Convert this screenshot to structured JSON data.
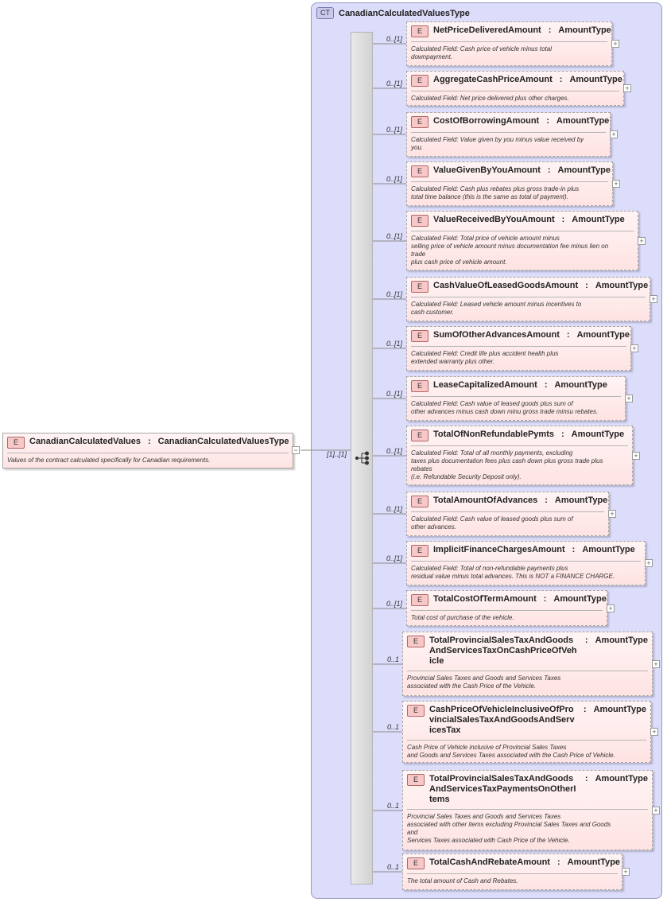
{
  "complex_type": {
    "badge": "CT",
    "name": "CanadianCalculatedValuesType"
  },
  "root": {
    "badge": "E",
    "name": "CanadianCalculatedValues",
    "type": "CanadianCalculatedValuesType",
    "doc": "Values of the contract calculated specifically for Canadian requirements.",
    "occurrence": "[1]..[1]",
    "collapse_symbol": "−"
  },
  "sequence": {
    "icon": "sequence-icon"
  },
  "colors": {
    "panel": "#dcdcfb",
    "element": "#ffe3e3",
    "badge": "#f8c8c8",
    "border": "#a7a7a7"
  },
  "elements": [
    {
      "badge": "E",
      "name": "NetPriceDeliveredAmount",
      "type": "AmountType",
      "occurrence": "0..[1]",
      "expand": "+",
      "doc": "Calculated Field: Cash price of vehicle minus total\ndownpayment."
    },
    {
      "badge": "E",
      "name": "AggregateCashPriceAmount",
      "type": "AmountType",
      "occurrence": "0..[1]",
      "expand": "+",
      "doc": "Calculated Field: Net price delivered plus other charges."
    },
    {
      "badge": "E",
      "name": "CostOfBorrowingAmount",
      "type": "AmountType",
      "occurrence": "0..[1]",
      "expand": "+",
      "doc": "Calculated Field: Value given by you minus value received by\nyou."
    },
    {
      "badge": "E",
      "name": "ValueGivenByYouAmount",
      "type": "AmountType",
      "occurrence": "0..[1]",
      "expand": "+",
      "doc": "Calculated Field: Cash plus rebates plus gross trade-in plus\ntotal time balance (this is the same as total of payment)."
    },
    {
      "badge": "E",
      "name": "ValueReceivedByYouAmount",
      "type": "AmountType",
      "occurrence": "0..[1]",
      "expand": "+",
      "doc": "Calculated Field: Total price of vehicle amount minus\nselling price of vehicle amount minus documentation fee minus lien on\ntrade\nplus cash price of vehicle amount."
    },
    {
      "badge": "E",
      "name": "CashValueOfLeasedGoodsAmount",
      "type": "AmountType",
      "occurrence": "0..[1]",
      "expand": "+",
      "doc": "Calculated Field: Leased vehicle amount minus incentives to\ncash customer."
    },
    {
      "badge": "E",
      "name": "SumOfOtherAdvancesAmount",
      "type": "AmountType",
      "occurrence": "0..[1]",
      "expand": "+",
      "doc": "Calculated Field: Credit life plus accident health plus\nextended warranty plus other."
    },
    {
      "badge": "E",
      "name": "LeaseCapitalizedAmount",
      "type": "AmountType",
      "occurrence": "0..[1]",
      "expand": "+",
      "doc": "Calculated Field: Cash value of leased goods plus sum of\nother advances minus cash down minu gross trade minsu rebates."
    },
    {
      "badge": "E",
      "name": "TotalOfNonRefundablePymts",
      "type": "AmountType",
      "occurrence": "0..[1]",
      "expand": "+",
      "doc": "Calculated Field: Total of all monthly payments, excluding\ntaxes plus documentation fees plus cash down plus gross trade plus\nrebates\n(i.e. Refundable Security Deposit only)."
    },
    {
      "badge": "E",
      "name": "TotalAmountOfAdvances",
      "type": "AmountType",
      "occurrence": "0..[1]",
      "expand": "+",
      "doc": "Calculated Field: Cash value of leased goods plus sum of\nother advances."
    },
    {
      "badge": "E",
      "name": "ImplicitFinanceChargesAmount",
      "type": "AmountType",
      "occurrence": "0..[1]",
      "expand": "+",
      "doc": "Calculated Field: Total of non-refundable payments plus\nresidual value minus total advances. This is NOT a FINANCE CHARGE."
    },
    {
      "badge": "E",
      "name": "TotalCostOfTermAmount",
      "type": "AmountType",
      "occurrence": "0..[1]",
      "expand": "+",
      "doc": "Total cost of purchase of the vehicle."
    },
    {
      "badge": "E",
      "name": "TotalProvincialSalesTaxAndGoodsAndServicesTaxOnCashPriceOfVehicle",
      "type": "AmountType",
      "occurrence": "0..1",
      "expand": "+",
      "doc": "Provincial Sales Taxes and Goods and Services Taxes\nassociated with the Cash Price of the Vehicle."
    },
    {
      "badge": "E",
      "name": "CashPriceOfVehicleInclusiveOfProvincialSalesTaxAndGoodsAndServicesTax",
      "type": "AmountType",
      "occurrence": "0..1",
      "expand": "+",
      "doc": "Cash Price of Vehicle inclusive of Provincial Sales Taxes\nand Goods and Services Taxes associated with the Cash Price of Vehicle."
    },
    {
      "badge": "E",
      "name": "TotalProvincialSalesTaxAndGoodsAndServicesTaxPaymentsOnOtherItems",
      "type": "AmountType",
      "occurrence": "0..1",
      "expand": "+",
      "doc": "Provincial Sales Taxes and Goods and Services Taxes\nassociated with other items excluding Provincial Sales Taxes and Goods\nand\nServices Taxes associated with Cash Price of the Vehicle."
    },
    {
      "badge": "E",
      "name": "TotalCashAndRebateAmount",
      "type": "AmountType",
      "occurrence": "0..1",
      "expand": "+",
      "doc": "The total amount of Cash and Rebates."
    }
  ]
}
